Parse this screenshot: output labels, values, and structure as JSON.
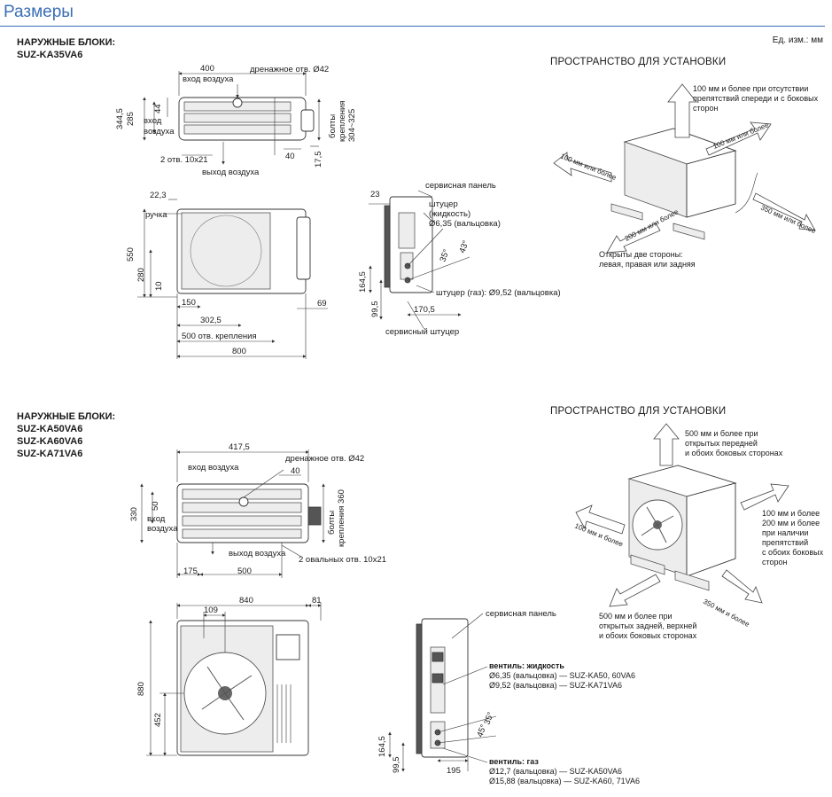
{
  "page": {
    "title": "Размеры",
    "unit": "Ед. изм.: мм"
  },
  "section1": {
    "header_line1": "НАРУЖНЫЕ БЛОКИ:",
    "header_line2": "SUZ-KA35VA6",
    "space_title": "ПРОСТРАНСТВО ДЛЯ УСТАНОВКИ",
    "top": {
      "w400": "400",
      "air_in": "вход воздуха",
      "drain": "дренажное отв. Ø42",
      "d344_5": "344,5",
      "d285": "285",
      "d44": "44",
      "air_in_side1": "вход",
      "air_in_side2": "воздуха",
      "bolts1": "болты",
      "bolts2": "крепления",
      "bolts3": "304~325",
      "d40": "40",
      "d17_5": "17,5",
      "holes": "2 отв. 10х21",
      "air_out": "выход воздуха"
    },
    "front": {
      "d22_3": "22,3",
      "handle": "ручка",
      "d550": "550",
      "d280": "280",
      "d10": "10",
      "d150": "150",
      "d302_5": "302,5",
      "d500": "500 отв. крепления",
      "d800": "800",
      "d69": "69"
    },
    "side": {
      "d23": "23",
      "service_panel": "сервисная панель",
      "liquid1": "штуцер",
      "liquid2": "(жидкость)",
      "liquid3": "Ø6,35 (вальцовка)",
      "a35": "35°",
      "a43": "43°",
      "d164_5": "164,5",
      "d99_5": "99,5",
      "d170_5": "170,5",
      "gas": "штуцер (газ): Ø9,52 (вальцовка)",
      "service_port": "сервисный штуцер"
    },
    "space": {
      "top1": "100 мм и более при отсутствии",
      "top2": "препятствий спереди и с боковых",
      "top3": "сторон",
      "left": "100 мм или более",
      "right": "100 мм или более",
      "front": "200 мм или более",
      "rear": "350 мм или более",
      "open1": "Открыты две стороны:",
      "open2": "левая, правая или задняя"
    }
  },
  "section2": {
    "header_line1": "НАРУЖНЫЕ БЛОКИ:",
    "header_line2": "SUZ-KA50VA6",
    "header_line3": "SUZ-KA60VA6",
    "header_line4": "SUZ-KA71VA6",
    "space_title": "ПРОСТРАНСТВО ДЛЯ УСТАНОВКИ",
    "top": {
      "w417_5": "417,5",
      "air_in": "вход воздуха",
      "drain": "дренажное отв. Ø42",
      "d40": "40",
      "d330": "330",
      "d50": "50",
      "air_in_side1": "вход",
      "air_in_side2": "воздуха",
      "bolts1": "болты",
      "bolts2": "крепления 360",
      "air_out": "выход воздуха",
      "holes": "2 овальных отв. 10х21",
      "d175": "175",
      "d500": "500"
    },
    "front": {
      "d840": "840",
      "d81": "81",
      "d109": "109",
      "d880": "880",
      "d452": "452"
    },
    "side": {
      "service_panel": "сервисная панель",
      "liquid1": "вентиль: жидкость",
      "liquid2": "Ø6,35 (вальцовка) — SUZ-KA50, 60VA6",
      "liquid3": "Ø9,52 (вальцовка) — SUZ-KA71VA6",
      "a35": "35°",
      "a45": "45°",
      "d164_5": "164,5",
      "d99_5": "99,5",
      "d195": "195",
      "gas1": "вентиль: газ",
      "gas2": "Ø12,7 (вальцовка) — SUZ-KA50VA6",
      "gas3": "Ø15,88 (вальцовка) — SUZ-KA60, 71VA6"
    },
    "space": {
      "top1": "500 мм и более при",
      "top2": "открытых передней",
      "top3": "и обоих боковых сторонах",
      "left": "100 мм и более",
      "right1": "100 мм и более",
      "right2": "200 мм и более",
      "right3": "при наличии",
      "right4": "препятствий",
      "right5": "с обоих боковых",
      "right6": "сторон",
      "rear": "350 мм и более",
      "front1": "500 мм  и более при",
      "front2": "открытых задней, верхней",
      "front3": "и обоих боковых сторонах"
    }
  }
}
